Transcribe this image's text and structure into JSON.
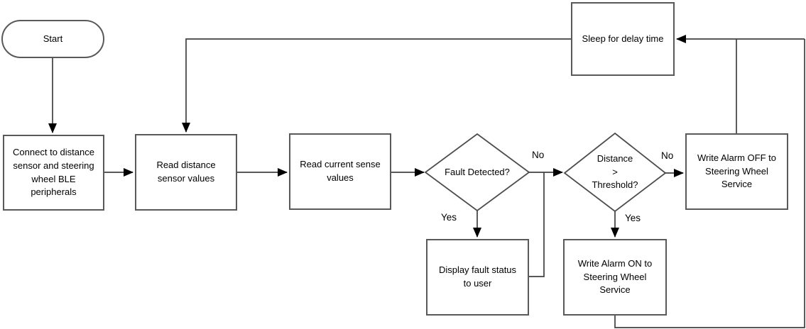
{
  "diagram_type": "flowchart",
  "nodes": {
    "start": {
      "shape": "terminator",
      "label": "Start"
    },
    "connect_ble": {
      "shape": "process",
      "label": "Connect to distance\nsensor and steering\nwheel BLE\nperipherals"
    },
    "read_distance": {
      "shape": "process",
      "label": "Read distance\nsensor values"
    },
    "read_current": {
      "shape": "process",
      "label": "Read current sense\nvalues"
    },
    "fault_detected": {
      "shape": "decision",
      "label": "Fault Detected?"
    },
    "distance_threshold": {
      "shape": "decision",
      "label": "Distance\n>\nThreshold?"
    },
    "write_alarm_off": {
      "shape": "process",
      "label": "Write Alarm OFF to\nSteering Wheel\nService"
    },
    "write_alarm_on": {
      "shape": "process",
      "label": "Write Alarm ON to\nSteering Wheel\nService"
    },
    "display_fault": {
      "shape": "process",
      "label": "Display fault status\nto user"
    },
    "sleep": {
      "shape": "process",
      "label": "Sleep for delay time"
    }
  },
  "edge_labels": {
    "fault_no": "No",
    "fault_yes": "Yes",
    "threshold_no": "No",
    "threshold_yes": "Yes"
  },
  "edges": [
    {
      "from": "start",
      "to": "connect_ble",
      "label": ""
    },
    {
      "from": "connect_ble",
      "to": "read_distance",
      "label": ""
    },
    {
      "from": "read_distance",
      "to": "read_current",
      "label": ""
    },
    {
      "from": "read_current",
      "to": "fault_detected",
      "label": ""
    },
    {
      "from": "fault_detected",
      "to": "distance_threshold",
      "label": "No"
    },
    {
      "from": "fault_detected",
      "to": "display_fault",
      "label": "Yes"
    },
    {
      "from": "display_fault",
      "to": "distance_threshold",
      "label": ""
    },
    {
      "from": "distance_threshold",
      "to": "write_alarm_off",
      "label": "No"
    },
    {
      "from": "distance_threshold",
      "to": "write_alarm_on",
      "label": "Yes"
    },
    {
      "from": "write_alarm_off",
      "to": "sleep",
      "label": ""
    },
    {
      "from": "write_alarm_on",
      "to": "sleep",
      "label": ""
    },
    {
      "from": "sleep",
      "to": "read_distance",
      "label": ""
    }
  ],
  "colors": {
    "background": "#ffffff",
    "node_fill": "#ffffff",
    "node_border": "#595959",
    "connector": "#404040",
    "arrowhead": "#000000",
    "text": "#000000"
  }
}
